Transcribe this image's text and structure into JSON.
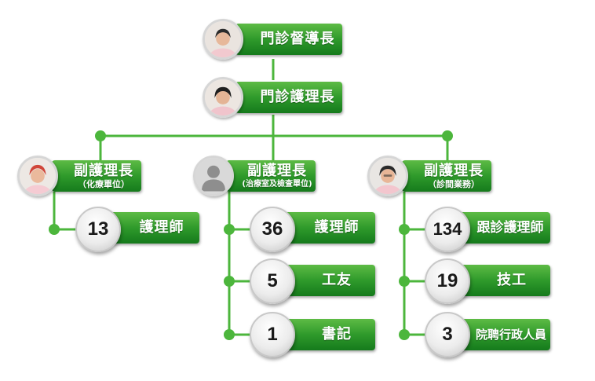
{
  "colors": {
    "box": "#2f9a2b",
    "line": "#4cb63c",
    "circle": "#e6e6e6"
  },
  "head": {
    "title": "門診督導長"
  },
  "manager": {
    "title": "門診護理長"
  },
  "deputies": [
    {
      "title": "副護理長",
      "sub": "（化療單位）",
      "photo": "person-photo"
    },
    {
      "title": "副護理長",
      "sub": "(治療室及檢查單位)",
      "photo": "placeholder-avatar"
    },
    {
      "title": "副護理長",
      "sub": "（診間業務）",
      "photo": "person-photo"
    }
  ],
  "staff": [
    [
      {
        "count": "13",
        "role": "護理師"
      }
    ],
    [
      {
        "count": "36",
        "role": "護理師"
      },
      {
        "count": "5",
        "role": "工友"
      },
      {
        "count": "1",
        "role": "書記"
      }
    ],
    [
      {
        "count": "134",
        "role": "跟診護理師"
      },
      {
        "count": "19",
        "role": "技工"
      },
      {
        "count": "3",
        "role": "院聘行政人員"
      }
    ]
  ]
}
